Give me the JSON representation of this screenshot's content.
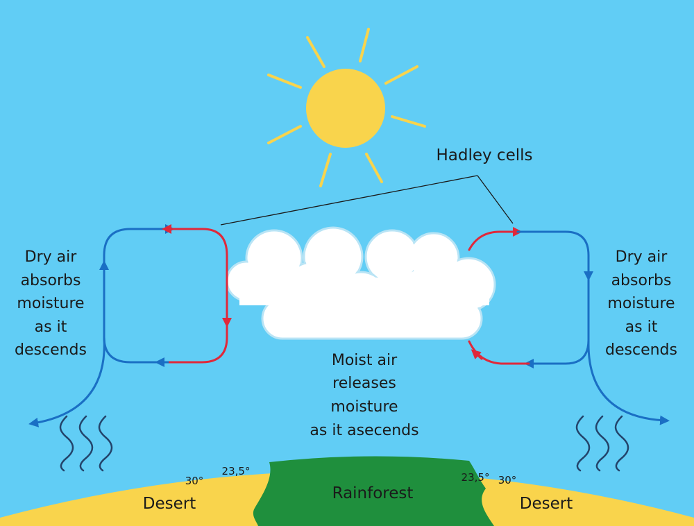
{
  "colors": {
    "sky": "#61cdf5",
    "sun": "#f9d44c",
    "desert": "#f9d44c",
    "rainforest": "#1f8f3d",
    "dry_air_arrow": "#1a6fc4",
    "warm_air_arrow": "#e0283a",
    "heat_waves": "#23446b",
    "cloud": "#ffffff"
  },
  "labels": {
    "hadley": "Hadley cells",
    "left_dry": [
      "Dry air",
      "absorbs",
      "moisture",
      "as it",
      "descends"
    ],
    "right_dry": [
      "Dry air",
      "absorbs",
      "moisture",
      "as it",
      "descends"
    ],
    "moist": [
      "Moist air",
      "releases",
      "moisture",
      "as it asecends"
    ],
    "desert_left": "Desert",
    "desert_right": "Desert",
    "rainforest": "Rainforest",
    "lat_30_left": "30°",
    "lat_23_left": "23,5°",
    "lat_23_right": "23,5°",
    "lat_30_right": "30°"
  },
  "icons": {
    "sun": "sun-icon",
    "cloud": "cloud-icon",
    "heat": "heat-wave-icon"
  }
}
